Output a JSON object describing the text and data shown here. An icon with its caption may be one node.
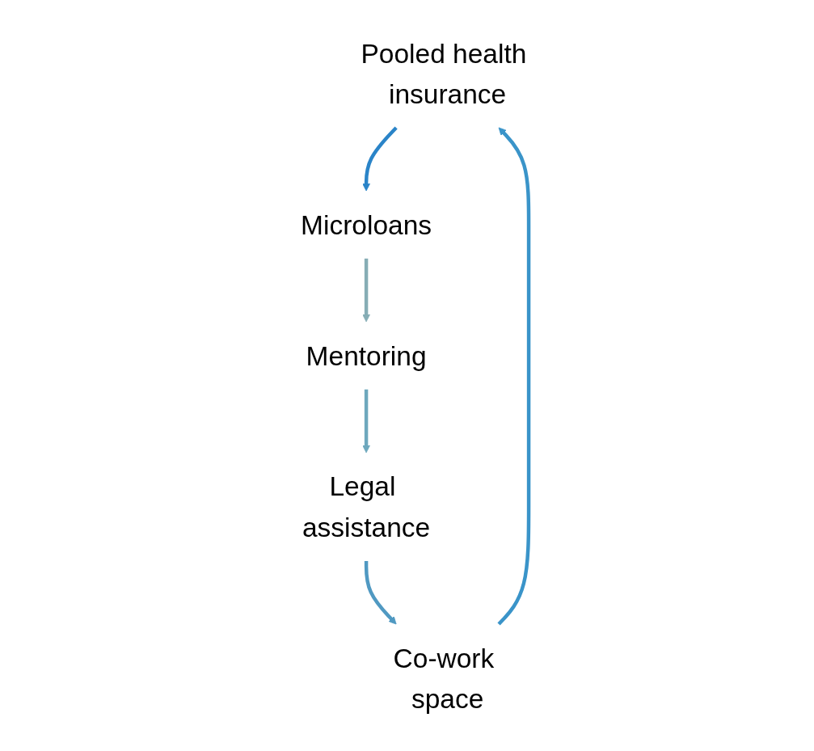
{
  "diagram": {
    "nodes": [
      {
        "text": [
          "Pooled health insurance"
        ]
      },
      {
        "text": [
          "Microloans"
        ]
      },
      {
        "text": [
          "Mentoring"
        ]
      },
      {
        "text": [
          "Legal assistance"
        ]
      },
      {
        "text": [
          "Co-work space"
        ]
      }
    ],
    "edges": [
      {
        "from": 0,
        "to": 1,
        "arrow": "to",
        "color": "#2a84c8"
      },
      {
        "from": 1,
        "to": 2,
        "arrow": "to",
        "color": "#86adb5"
      },
      {
        "from": 2,
        "to": 3,
        "arrow": "to",
        "color": "#6ea8bd"
      },
      {
        "from": 3,
        "to": 4,
        "arrow": "to",
        "color": "#5099c2"
      },
      {
        "from": 4,
        "to": 0,
        "arrow": "to",
        "color": "#3a94c9"
      }
    ]
  }
}
